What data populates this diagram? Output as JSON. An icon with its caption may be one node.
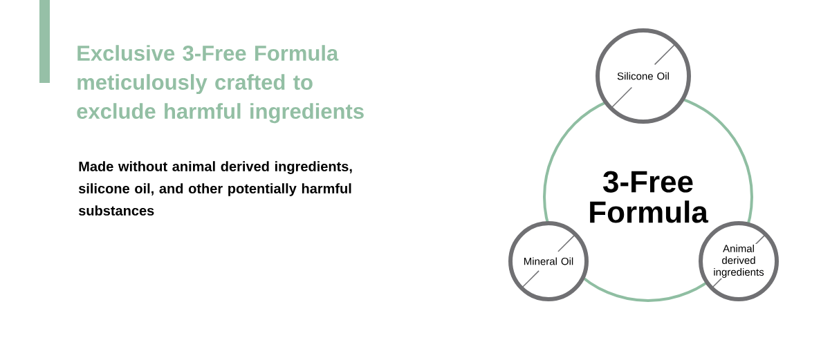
{
  "diagram": {
    "title": "Exclusive 3-Free Formula meticulously crafted to exclude harmful ingredients",
    "nodes": [
      {
        "text": [
          "3-Free Formula"
        ]
      },
      {
        "text": [
          "Silicone Oil"
        ]
      },
      {
        "text": [
          "Mineral Oil"
        ]
      },
      {
        "text": [
          "Animal derived ingredients"
        ]
      }
    ],
    "labels": [
      "Made without animal derived ingredients, silicone oil, and other potentially harmful substances"
    ]
  }
}
